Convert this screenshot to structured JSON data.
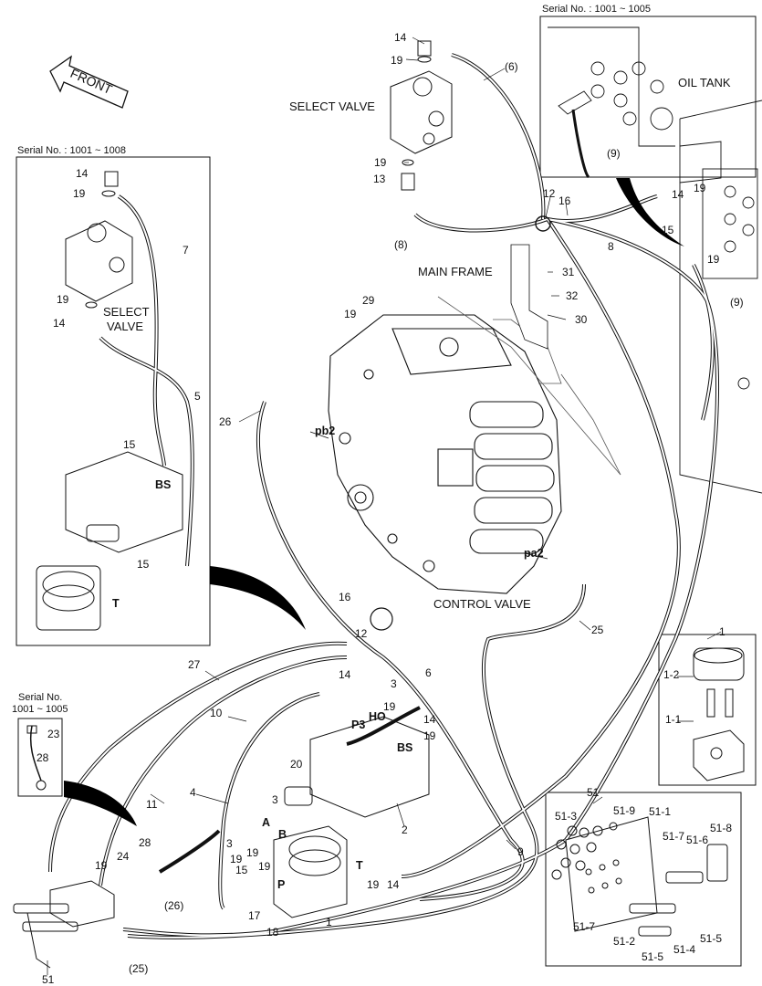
{
  "inset_boxes": {
    "serial_top_right": "Serial No. : 1001 ~ 1005",
    "serial_left": "Serial No. : 1001 ~ 1008",
    "serial_small_left": "Serial No.",
    "serial_small_left_range": "1001 ~ 1005"
  },
  "titles": {
    "front": "FRONT",
    "select_valve": "SELECT VALVE",
    "select_valve_inset_line1": "SELECT",
    "select_valve_inset_line2": "VALVE",
    "oil_tank": "OIL TANK",
    "main_frame": "MAIN FRAME",
    "control_valve": "CONTROL VALVE"
  },
  "callouts": {
    "n14a": "14",
    "n19a": "19",
    "n6a": "(6)",
    "n19b": "19",
    "n13": "13",
    "n8a": "(8)",
    "n12a": "12",
    "n16a": "16",
    "n8b": "8",
    "n14b": "14",
    "n19c": "19",
    "n15a": "15",
    "n19d": "19",
    "n9a": "(9)",
    "n9b": "(9)",
    "n31": "31",
    "n32": "32",
    "n30": "30",
    "n29": "29",
    "n19e": "19",
    "n26": "26",
    "pb2": "pb2",
    "pa2": "pa2",
    "n25": "25",
    "n16b": "16",
    "n12b": "12",
    "i14": "14",
    "i19": "19",
    "i7": "7",
    "i19b": "19",
    "i14b": "14",
    "i5": "5",
    "i15": "15",
    "iBS": "BS",
    "i15b": "15",
    "iT": "T",
    "n27": "27",
    "n10": "10",
    "n14c": "14",
    "n3a": "3",
    "n6b": "6",
    "n19f": "19",
    "n14d": "14",
    "n19g": "19",
    "nP3": "P3",
    "nHO": "HO",
    "nBS": "BS",
    "n20": "20",
    "n11": "11",
    "n4": "4",
    "n3b": "3",
    "n3c": "3",
    "nA": "A",
    "nB": "B",
    "n19h": "19",
    "n19i": "19",
    "n2": "2",
    "nT": "T",
    "n19j": "19",
    "n14e": "14",
    "n9c": "9",
    "n15b": "15",
    "n19k": "19",
    "nP": "P",
    "n17": "17",
    "n18": "18",
    "n1": "1",
    "n28": "28",
    "n24": "24",
    "n19l": "19",
    "n26p": "(26)",
    "n25p": "(25)",
    "n51": "51",
    "n23": "23",
    "n28b": "28",
    "r1": "1",
    "r1_2": "1-2",
    "r1_1": "1-1",
    "r51": "51",
    "r51_3": "51-3",
    "r51_9": "51-9",
    "r51_1": "51-1",
    "r51_8": "51-8",
    "r51_7": "51-7",
    "r51_6": "51-6",
    "r51_7b": "51-7",
    "r51_2": "51-2",
    "r51_5": "51-5",
    "r51_4": "51-4",
    "r51_5b": "51-5"
  }
}
